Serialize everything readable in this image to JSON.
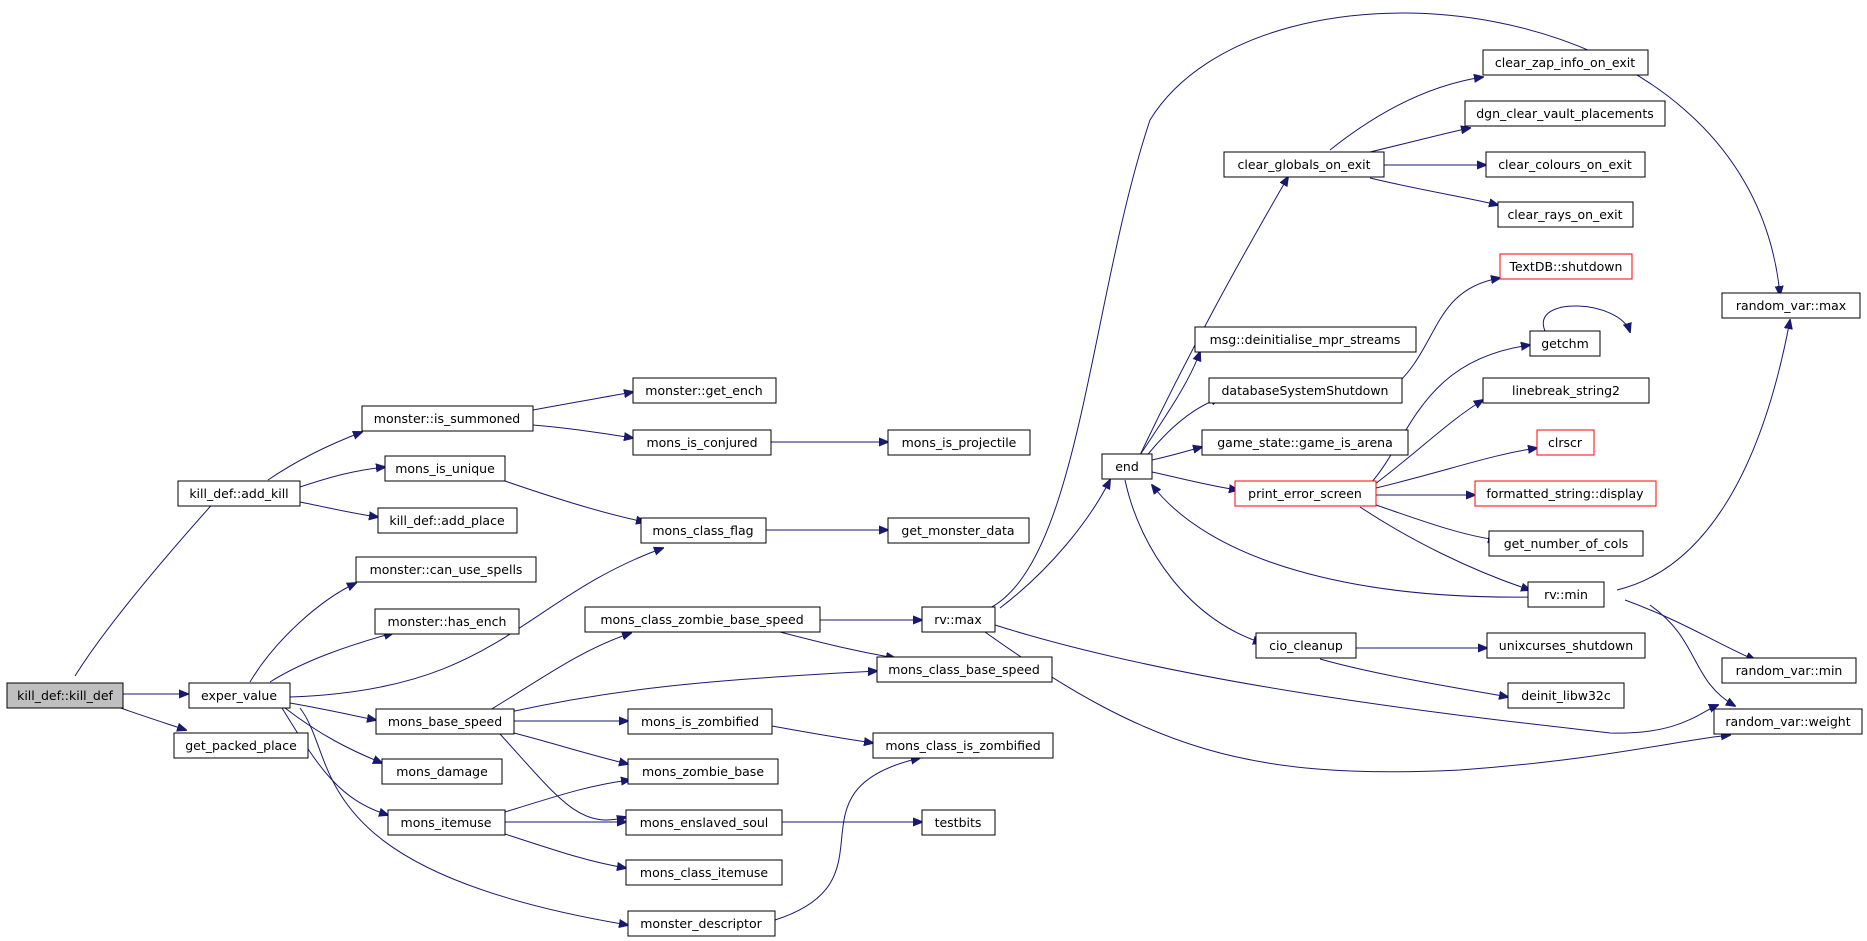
{
  "colors": {
    "edge": "#191970",
    "node_border": "#000000",
    "node_border_undocumented": "#ff0000",
    "root_fill": "#bfbfbf",
    "node_fill": "#ffffff"
  },
  "nodes": {
    "kill_def_kill_def": "kill_def::kill_def",
    "kill_def_add_kill": "kill_def::add_kill",
    "exper_value": "exper_value",
    "get_packed_place": "get_packed_place",
    "monster_is_summoned": "monster::is_summoned",
    "mons_is_unique": "mons_is_unique",
    "kill_def_add_place": "kill_def::add_place",
    "monster_can_use_spells": "monster::can_use_spells",
    "monster_has_ench": "monster::has_ench",
    "mons_base_speed": "mons_base_speed",
    "mons_damage": "mons_damage",
    "mons_itemuse": "mons_itemuse",
    "monster_get_ench": "monster::get_ench",
    "mons_is_conjured": "mons_is_conjured",
    "mons_class_flag": "mons_class_flag",
    "mons_class_zombie_base_speed": "mons_class_zombie_base_speed",
    "mons_is_zombified": "mons_is_zombified",
    "mons_zombie_base": "mons_zombie_base",
    "mons_enslaved_soul": "mons_enslaved_soul",
    "mons_class_itemuse": "mons_class_itemuse",
    "monster_descriptor": "monster_descriptor",
    "mons_is_projectile": "mons_is_projectile",
    "get_monster_data": "get_monster_data",
    "rv_max": "rv::max",
    "mons_class_base_speed": "mons_class_base_speed",
    "mons_class_is_zombified": "mons_class_is_zombified",
    "testbits": "testbits",
    "end": "end",
    "clear_globals_on_exit": "clear_globals_on_exit",
    "msg_deinitialise_mpr_streams": "msg::deinitialise_mpr_streams",
    "databaseSystemShutdown": "databaseSystemShutdown",
    "game_state_game_is_arena": "game_state::game_is_arena",
    "print_error_screen": "print_error_screen",
    "cio_cleanup": "cio_cleanup",
    "clear_zap_info_on_exit": "clear_zap_info_on_exit",
    "dgn_clear_vault_placements": "dgn_clear_vault_placements",
    "clear_colours_on_exit": "clear_colours_on_exit",
    "clear_rays_on_exit": "clear_rays_on_exit",
    "textdb_shutdown": "TextDB::shutdown",
    "getchm": "getchm",
    "linebreak_string2": "linebreak_string2",
    "clrscr": "clrscr",
    "formatted_string_display": "formatted_string::display",
    "get_number_of_cols": "get_number_of_cols",
    "rv_min": "rv::min",
    "unixcurses_shutdown": "unixcurses_shutdown",
    "deinit_libw32c": "deinit_libw32c",
    "random_var_max": "random_var::max",
    "random_var_min": "random_var::min",
    "random_var_weight": "random_var::weight"
  }
}
